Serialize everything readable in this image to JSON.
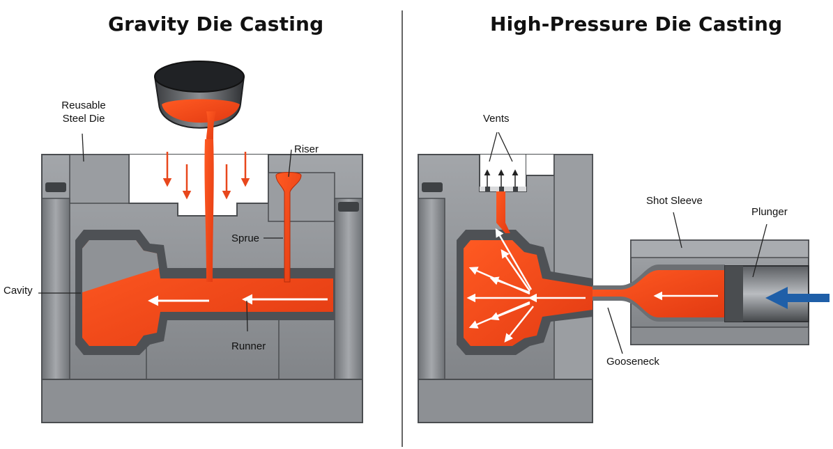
{
  "gravity": {
    "title": "Gravity Die Casting",
    "labels": {
      "die_line1": "Reusable",
      "die_line2": "Steel Die",
      "riser": "Riser",
      "sprue": "Sprue",
      "cavity": "Cavity",
      "runner": "Runner"
    }
  },
  "hpdc": {
    "title": "High-Pressure Die Casting",
    "labels": {
      "vents": "Vents",
      "shot_sleeve": "Shot Sleeve",
      "plunger": "Plunger",
      "gooseneck": "Gooseneck"
    }
  },
  "colors": {
    "steel": "#8c8f93",
    "steel_dark": "#5f6266",
    "steel_light": "#b4b7bb",
    "molten": "#f0461a",
    "molten_light": "#ff7a3c",
    "flow_arrow": "#ffffff",
    "pour_arrow": "#e8471c",
    "plunger_arrow": "#1f5fa8"
  }
}
